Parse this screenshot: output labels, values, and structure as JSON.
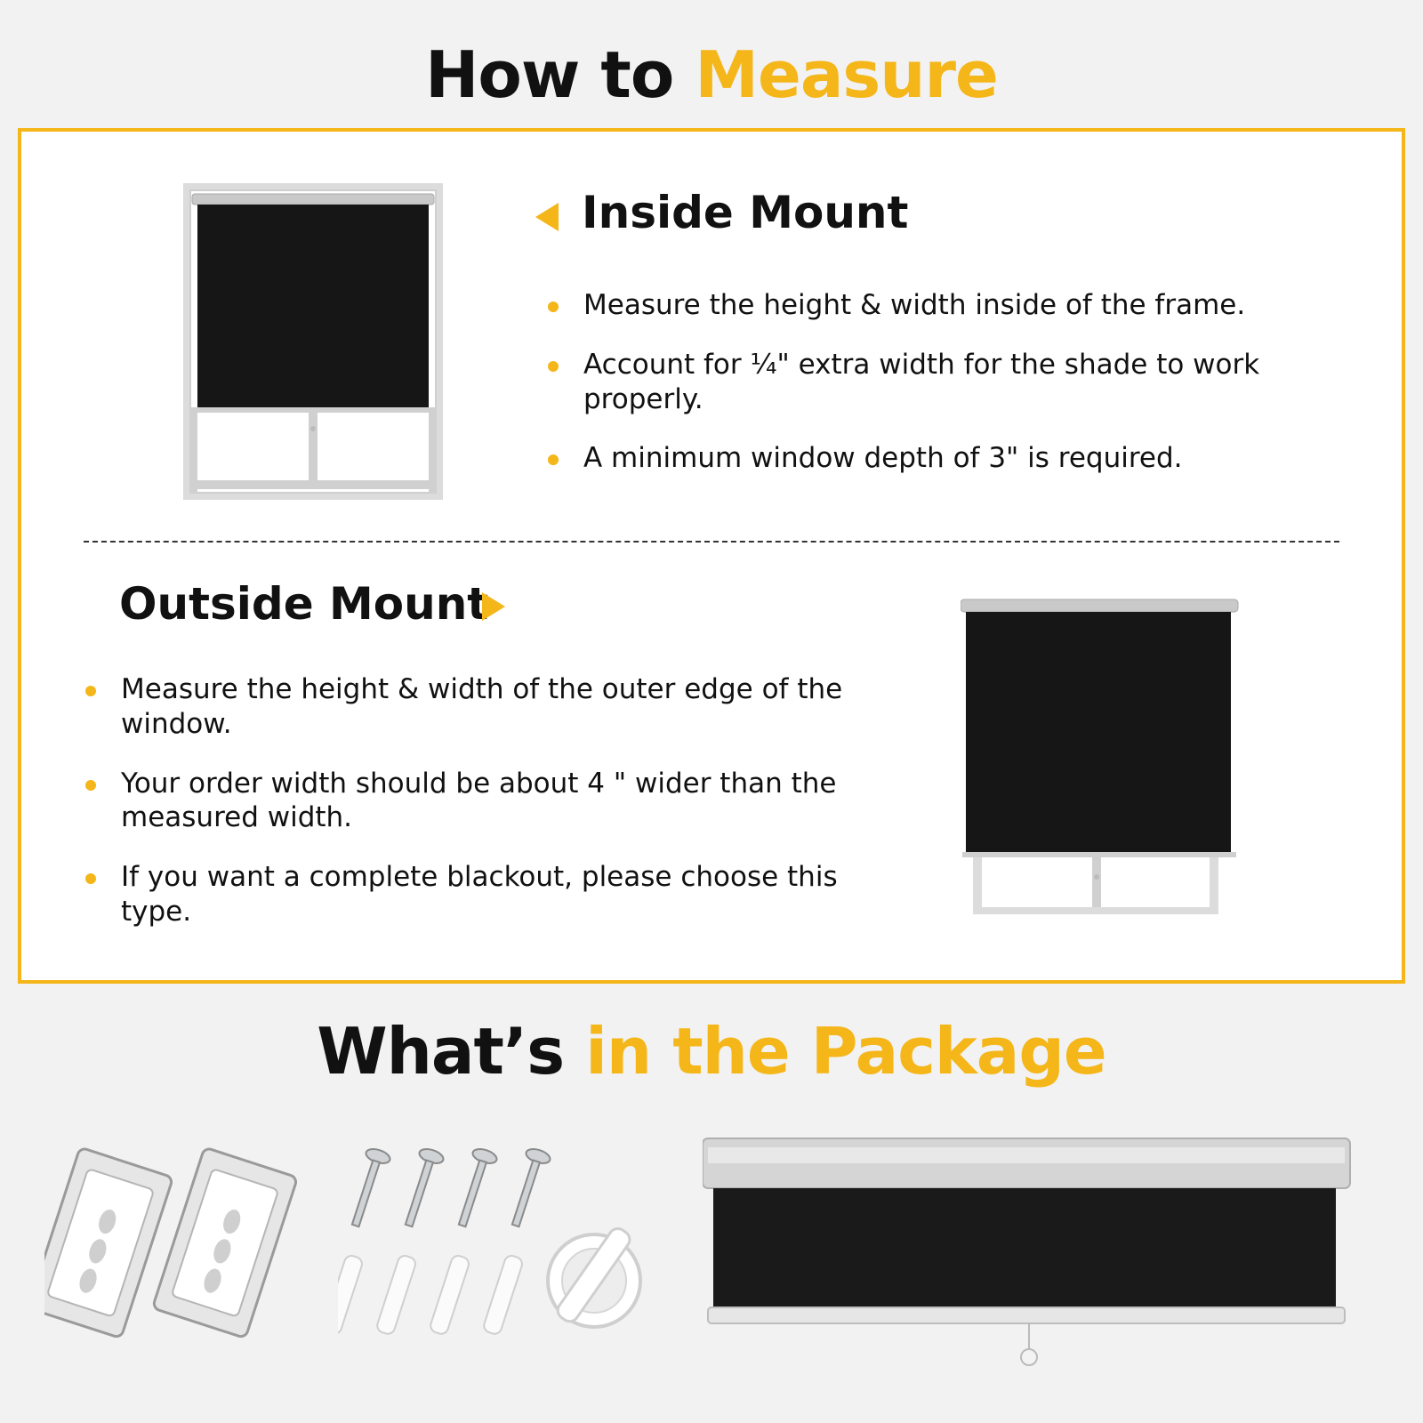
{
  "sections": {
    "measure": {
      "title_main": "How to ",
      "title_accent": "Measure"
    },
    "package": {
      "title_main": "What’s ",
      "title_accent": "in the Package"
    }
  },
  "inside_mount": {
    "title": "Inside Mount",
    "bullets": [
      "Measure the height & width inside of the frame.",
      "Account for ¼\" extra width for the shade to work properly.",
      "A minimum window depth of 3\" is required."
    ]
  },
  "outside_mount": {
    "title": "Outside Mount",
    "bullets": [
      "Measure the height & width of the outer edge of the window.",
      "Your order width should be about 4 \" wider than the measured width.",
      "If you want a complete blackout, please choose this type."
    ]
  },
  "colors": {
    "accent": "#f4b619",
    "text": "#111111",
    "shade": "#161616",
    "frame": "#d8d8d8"
  },
  "icons": {
    "inside_pointer": "triangle-left-icon",
    "outside_pointer": "triangle-right-icon"
  }
}
